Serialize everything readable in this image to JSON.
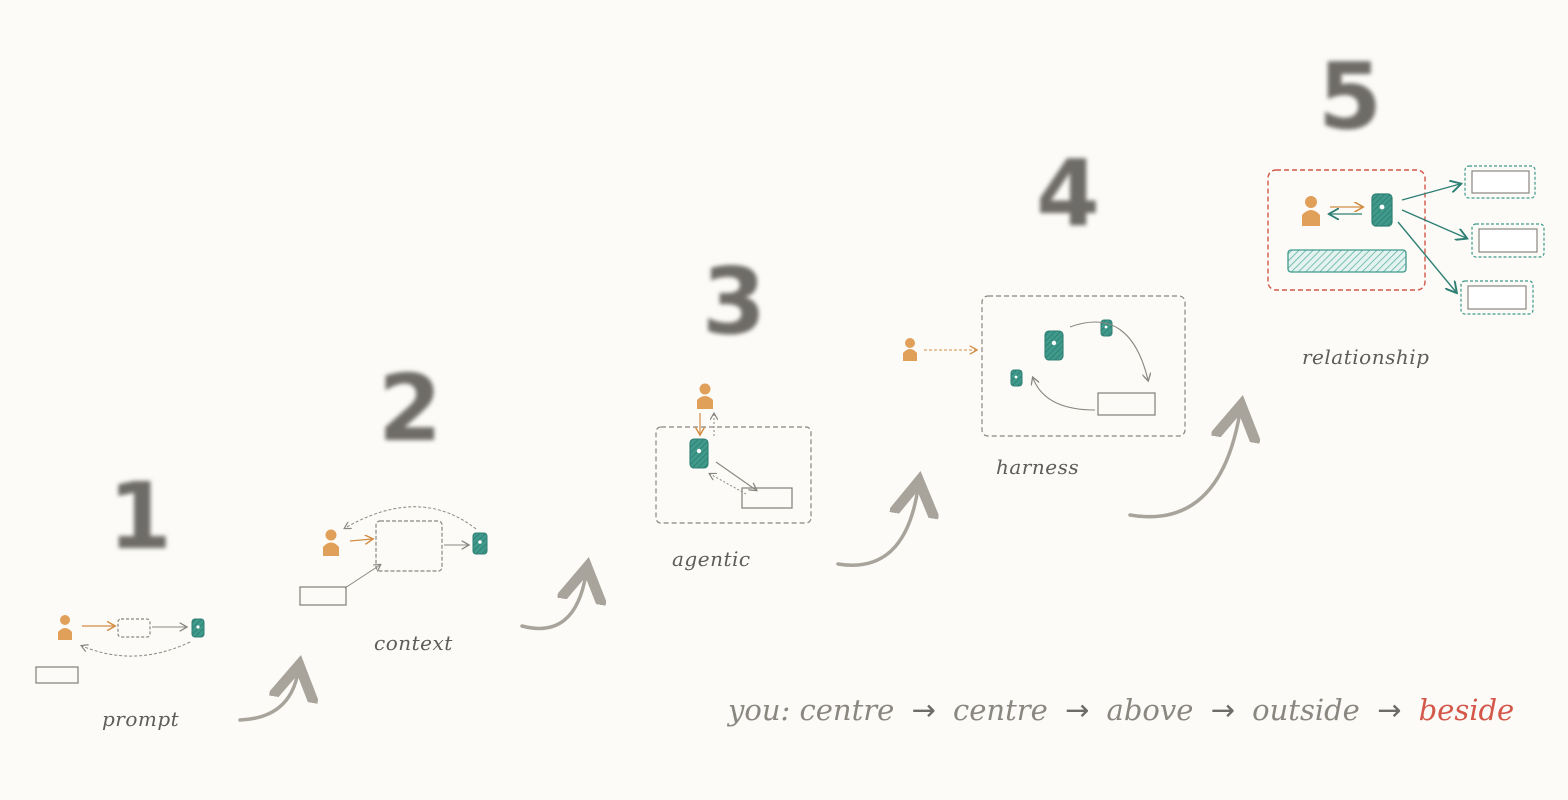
{
  "stages": [
    {
      "number": "1",
      "label": "prompt"
    },
    {
      "number": "2",
      "label": "context"
    },
    {
      "number": "3",
      "label": "agentic"
    },
    {
      "number": "4",
      "label": "harness"
    },
    {
      "number": "5",
      "label": "relationship"
    }
  ],
  "summary": {
    "prefix": "you:",
    "steps": [
      "centre",
      "centre",
      "above",
      "outside",
      "beside"
    ],
    "separator": "→"
  },
  "colors": {
    "human": "#e0a05a",
    "ai": "#3f9a8c",
    "accent": "#d4584a",
    "grey": "#8a8780",
    "background": "#fcfbf7"
  }
}
